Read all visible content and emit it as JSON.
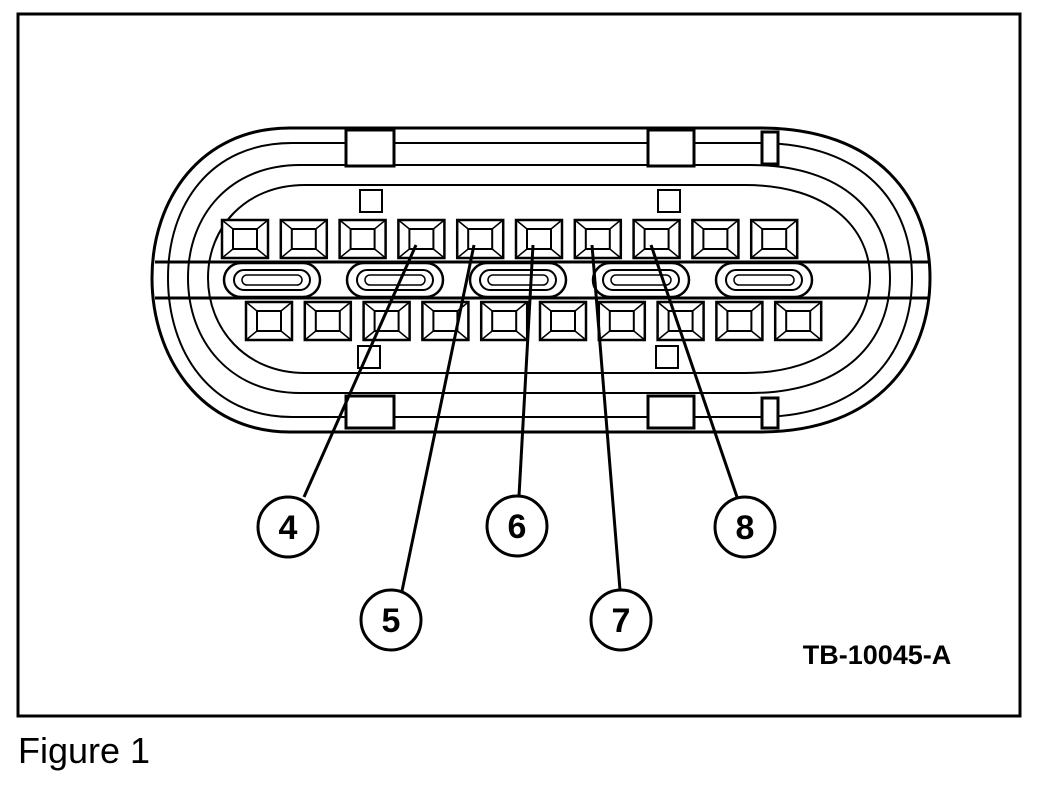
{
  "figure": {
    "caption": "Figure 1",
    "code": "TB-10045-A"
  },
  "connector": {
    "upper_row_pin_count": 10,
    "lower_row_pin_count": 10,
    "slot_count": 5
  },
  "callouts": [
    {
      "id": "callout-4",
      "label": "4"
    },
    {
      "id": "callout-5",
      "label": "5"
    },
    {
      "id": "callout-6",
      "label": "6"
    },
    {
      "id": "callout-7",
      "label": "7"
    },
    {
      "id": "callout-8",
      "label": "8"
    }
  ]
}
